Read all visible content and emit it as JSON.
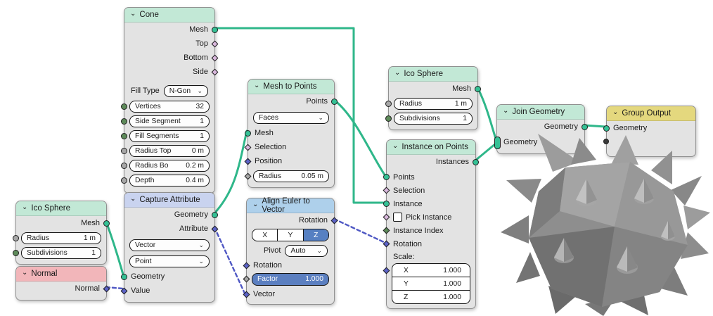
{
  "icons": {
    "collapse_chevron": "⌄",
    "select_chevron": "⌄"
  },
  "colors": {
    "wire_geometry": "#2fb78a",
    "wire_field": "#4f58c4",
    "header_geometry": "#c2e8d6",
    "header_capture": "#c9d3ef",
    "header_utility": "#aed0eb",
    "header_input": "#f2b6ba",
    "header_output": "#e4d87e",
    "socket_geometry": "#35c195",
    "socket_integer": "#5e8b5a",
    "socket_float": "#a7a7a7",
    "socket_boolean": "#d9b8dd",
    "socket_vector": "#5c63c8",
    "accent_selected": "#5680c2"
  },
  "nodes": {
    "cone": {
      "title": "Cone",
      "outputs": [
        "Mesh",
        "Top",
        "Bottom",
        "Side"
      ],
      "fill_type": {
        "label": "Fill Type",
        "value": "N-Gon"
      },
      "fields": [
        {
          "label": "Vertices",
          "value": "32"
        },
        {
          "label": "Side Segment",
          "value": "1"
        },
        {
          "label": "Fill Segments",
          "value": "1"
        },
        {
          "label": "Radius Top",
          "value": "0 m"
        },
        {
          "label": "Radius Bo",
          "value": "0.2 m"
        },
        {
          "label": "Depth",
          "value": "0.4 m"
        }
      ]
    },
    "ico_sphere_1": {
      "title": "Ico Sphere",
      "output": "Mesh",
      "fields": [
        {
          "label": "Radius",
          "value": "1 m"
        },
        {
          "label": "Subdivisions",
          "value": "1"
        }
      ]
    },
    "normal": {
      "title": "Normal",
      "output": "Normal"
    },
    "capture_attribute": {
      "title": "Capture Attribute",
      "outputs": [
        "Geometry",
        "Attribute"
      ],
      "selects": [
        "Vector",
        "Point"
      ],
      "inputs": [
        "Geometry",
        "Value"
      ]
    },
    "mesh_to_points": {
      "title": "Mesh to Points",
      "output": "Points",
      "select": "Faces",
      "inputs": [
        "Mesh",
        "Selection",
        "Position"
      ],
      "field": {
        "label": "Radius",
        "value": "0.05 m"
      }
    },
    "align_euler": {
      "title": "Align Euler to Vector",
      "output": "Rotation",
      "axis_buttons": [
        "X",
        "Y",
        "Z"
      ],
      "axis_active": "Z",
      "pivot": {
        "label": "Pivot",
        "value": "Auto"
      },
      "input_rotation": "Rotation",
      "factor": {
        "label": "Factor",
        "value": "1.000"
      },
      "input_vector": "Vector"
    },
    "ico_sphere_2": {
      "title": "Ico Sphere",
      "output": "Mesh",
      "fields": [
        {
          "label": "Radius",
          "value": "1 m"
        },
        {
          "label": "Subdivisions",
          "value": "1"
        }
      ]
    },
    "instance_on_points": {
      "title": "Instance on Points",
      "output": "Instances",
      "inputs": [
        "Points",
        "Selection",
        "Instance"
      ],
      "checkbox_label": "Pick Instance",
      "inputs2": [
        "Instance Index",
        "Rotation"
      ],
      "scale_label": "Scale:",
      "scale_fields": [
        {
          "label": "X",
          "value": "1.000"
        },
        {
          "label": "Y",
          "value": "1.000"
        },
        {
          "label": "Z",
          "value": "1.000"
        }
      ]
    },
    "join_geometry": {
      "title": "Join Geometry",
      "output": "Geometry",
      "input": "Geometry"
    },
    "group_output": {
      "title": "Group Output",
      "input": "Geometry"
    }
  },
  "connections": [
    {
      "from": "Cone.Mesh",
      "to": "Instance on Points.Instance",
      "type": "geometry"
    },
    {
      "from": "Ico Sphere.Mesh",
      "to": "Capture Attribute.Geometry",
      "type": "geometry"
    },
    {
      "from": "Normal.Normal",
      "to": "Capture Attribute.Value",
      "type": "field"
    },
    {
      "from": "Capture Attribute.Geometry",
      "to": "Mesh to Points.Mesh",
      "type": "geometry"
    },
    {
      "from": "Capture Attribute.Attribute",
      "to": "Align Euler to Vector.Vector",
      "type": "field"
    },
    {
      "from": "Mesh to Points.Points",
      "to": "Instance on Points.Points",
      "type": "geometry"
    },
    {
      "from": "Align Euler to Vector.Rotation",
      "to": "Instance on Points.Rotation",
      "type": "field"
    },
    {
      "from": "Ico Sphere.Mesh",
      "to": "Join Geometry.Geometry",
      "type": "geometry"
    },
    {
      "from": "Instance on Points.Instances",
      "to": "Join Geometry.Geometry",
      "type": "geometry"
    },
    {
      "from": "Join Geometry.Geometry",
      "to": "Group Output.Geometry",
      "type": "geometry"
    }
  ]
}
